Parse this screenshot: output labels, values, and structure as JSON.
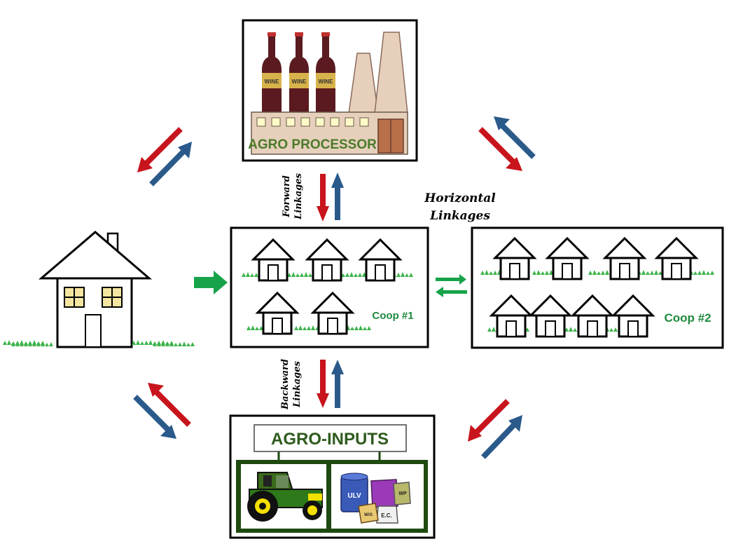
{
  "agro_processor": {
    "bottle_label": "WINE",
    "sign": "AGRO PROCESSOR"
  },
  "agro_inputs": {
    "title": "AGRO-INPUTS",
    "drum_label": "ULV",
    "jug_label": "E.C.",
    "bag_label": "WP",
    "box_label": "W/G"
  },
  "coop1": {
    "label": "Coop #1"
  },
  "coop2": {
    "label": "Coop #2"
  },
  "linkages": {
    "forward": [
      "Forward",
      "Linkages"
    ],
    "backward": [
      "Backward",
      "Linkages"
    ],
    "horizontal": [
      "Horizontal",
      "Linkages"
    ]
  },
  "colors": {
    "red": "#c8141c",
    "blue": "#2a5a8a",
    "green": "#17a34a",
    "coop_label": "#1e8a3e",
    "agro_text": "#2f5b1e",
    "factory_wall": "#e6d0bc",
    "factory_text": "#4c7a2a",
    "wine_bottle": "#5a1a20",
    "wine_label": "#d8b24a"
  }
}
